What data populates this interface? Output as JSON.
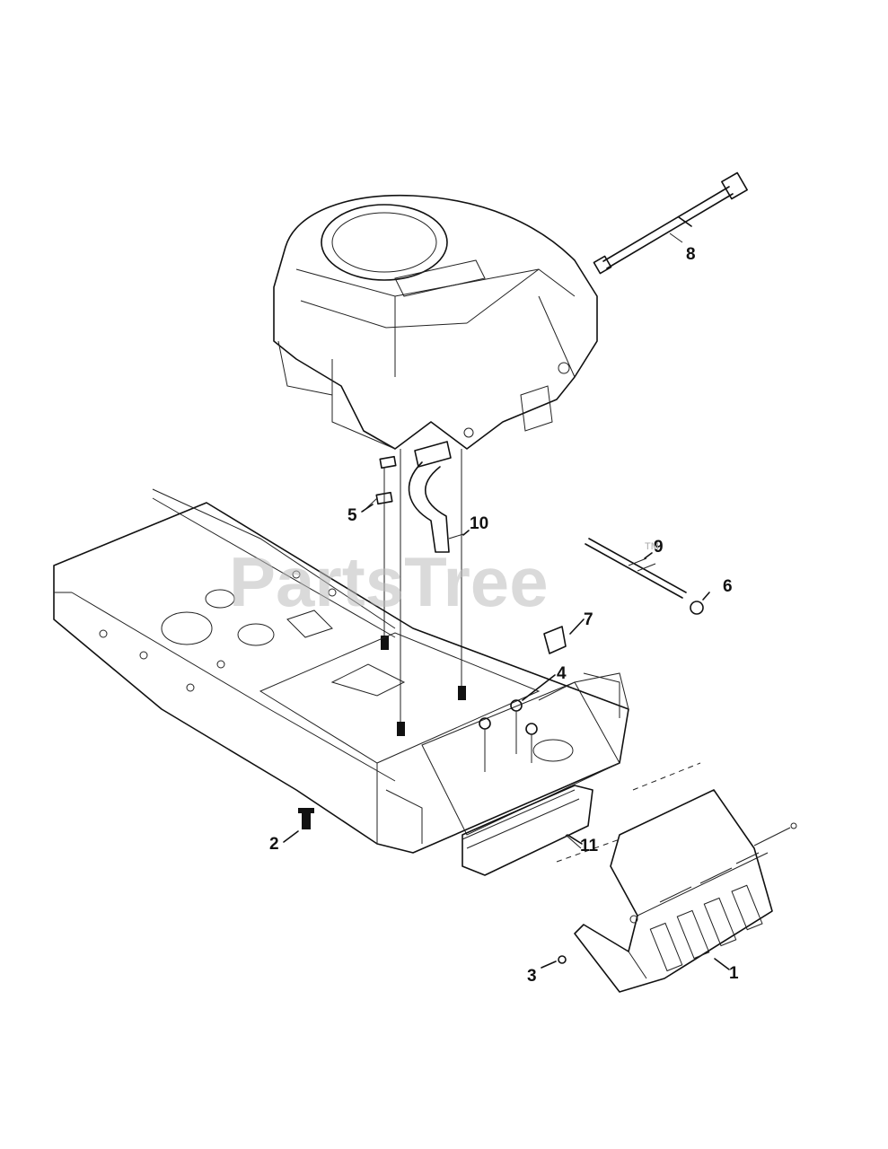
{
  "watermark": {
    "text": "PartsTree",
    "tm": "TM"
  },
  "callouts": {
    "c1": "1",
    "c2": "2",
    "c3": "3",
    "c4": "4",
    "c5": "5",
    "c6": "6",
    "c7": "7",
    "c8": "8",
    "c9": "9",
    "c10": "10",
    "c11": "11"
  },
  "colors": {
    "line": "#111111",
    "watermark": "#bdbdbd",
    "background": "#ffffff"
  }
}
